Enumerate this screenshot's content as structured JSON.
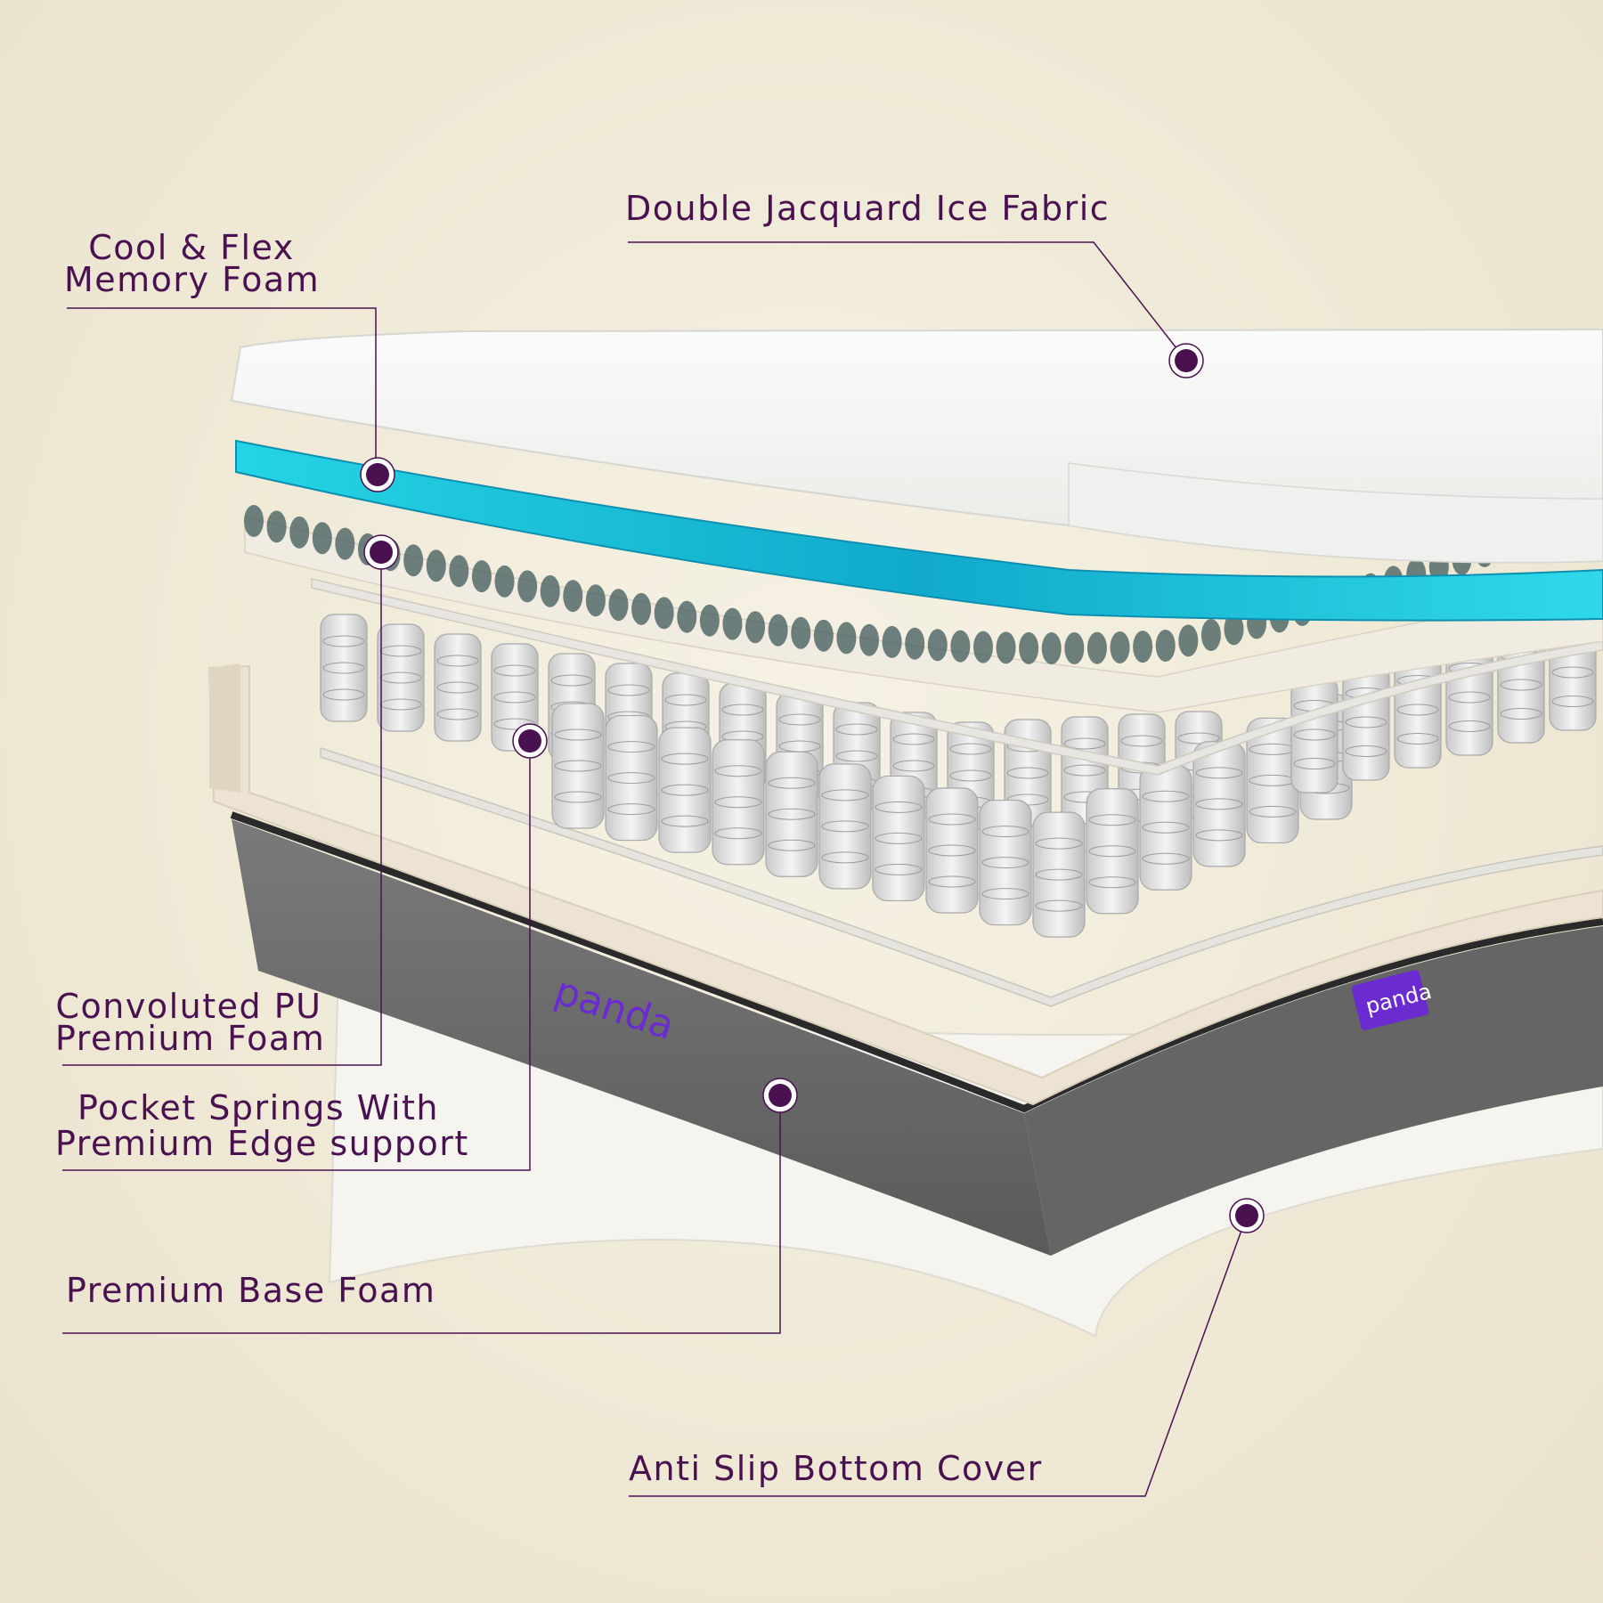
{
  "colors": {
    "accent": "#4a1150",
    "background": "#efe9d6",
    "gel_layer": "#1fc7da",
    "base_fabric": "#6e6e6e",
    "brand_tag": "#6a2bd0"
  },
  "labels": {
    "top_fabric": "Double Jacquard Ice Fabric",
    "memory_foam": [
      "Cool & Flex",
      "Memory Foam"
    ],
    "convoluted_foam": [
      "Convoluted PU",
      "Premium Foam"
    ],
    "pocket_springs": [
      "Pocket Springs With",
      "Premium Edge support"
    ],
    "base_foam": "Premium Base Foam",
    "bottom_cover": "Anti Slip Bottom Cover"
  },
  "brand": {
    "side_logo": "panda",
    "tag_logo": "panda"
  }
}
